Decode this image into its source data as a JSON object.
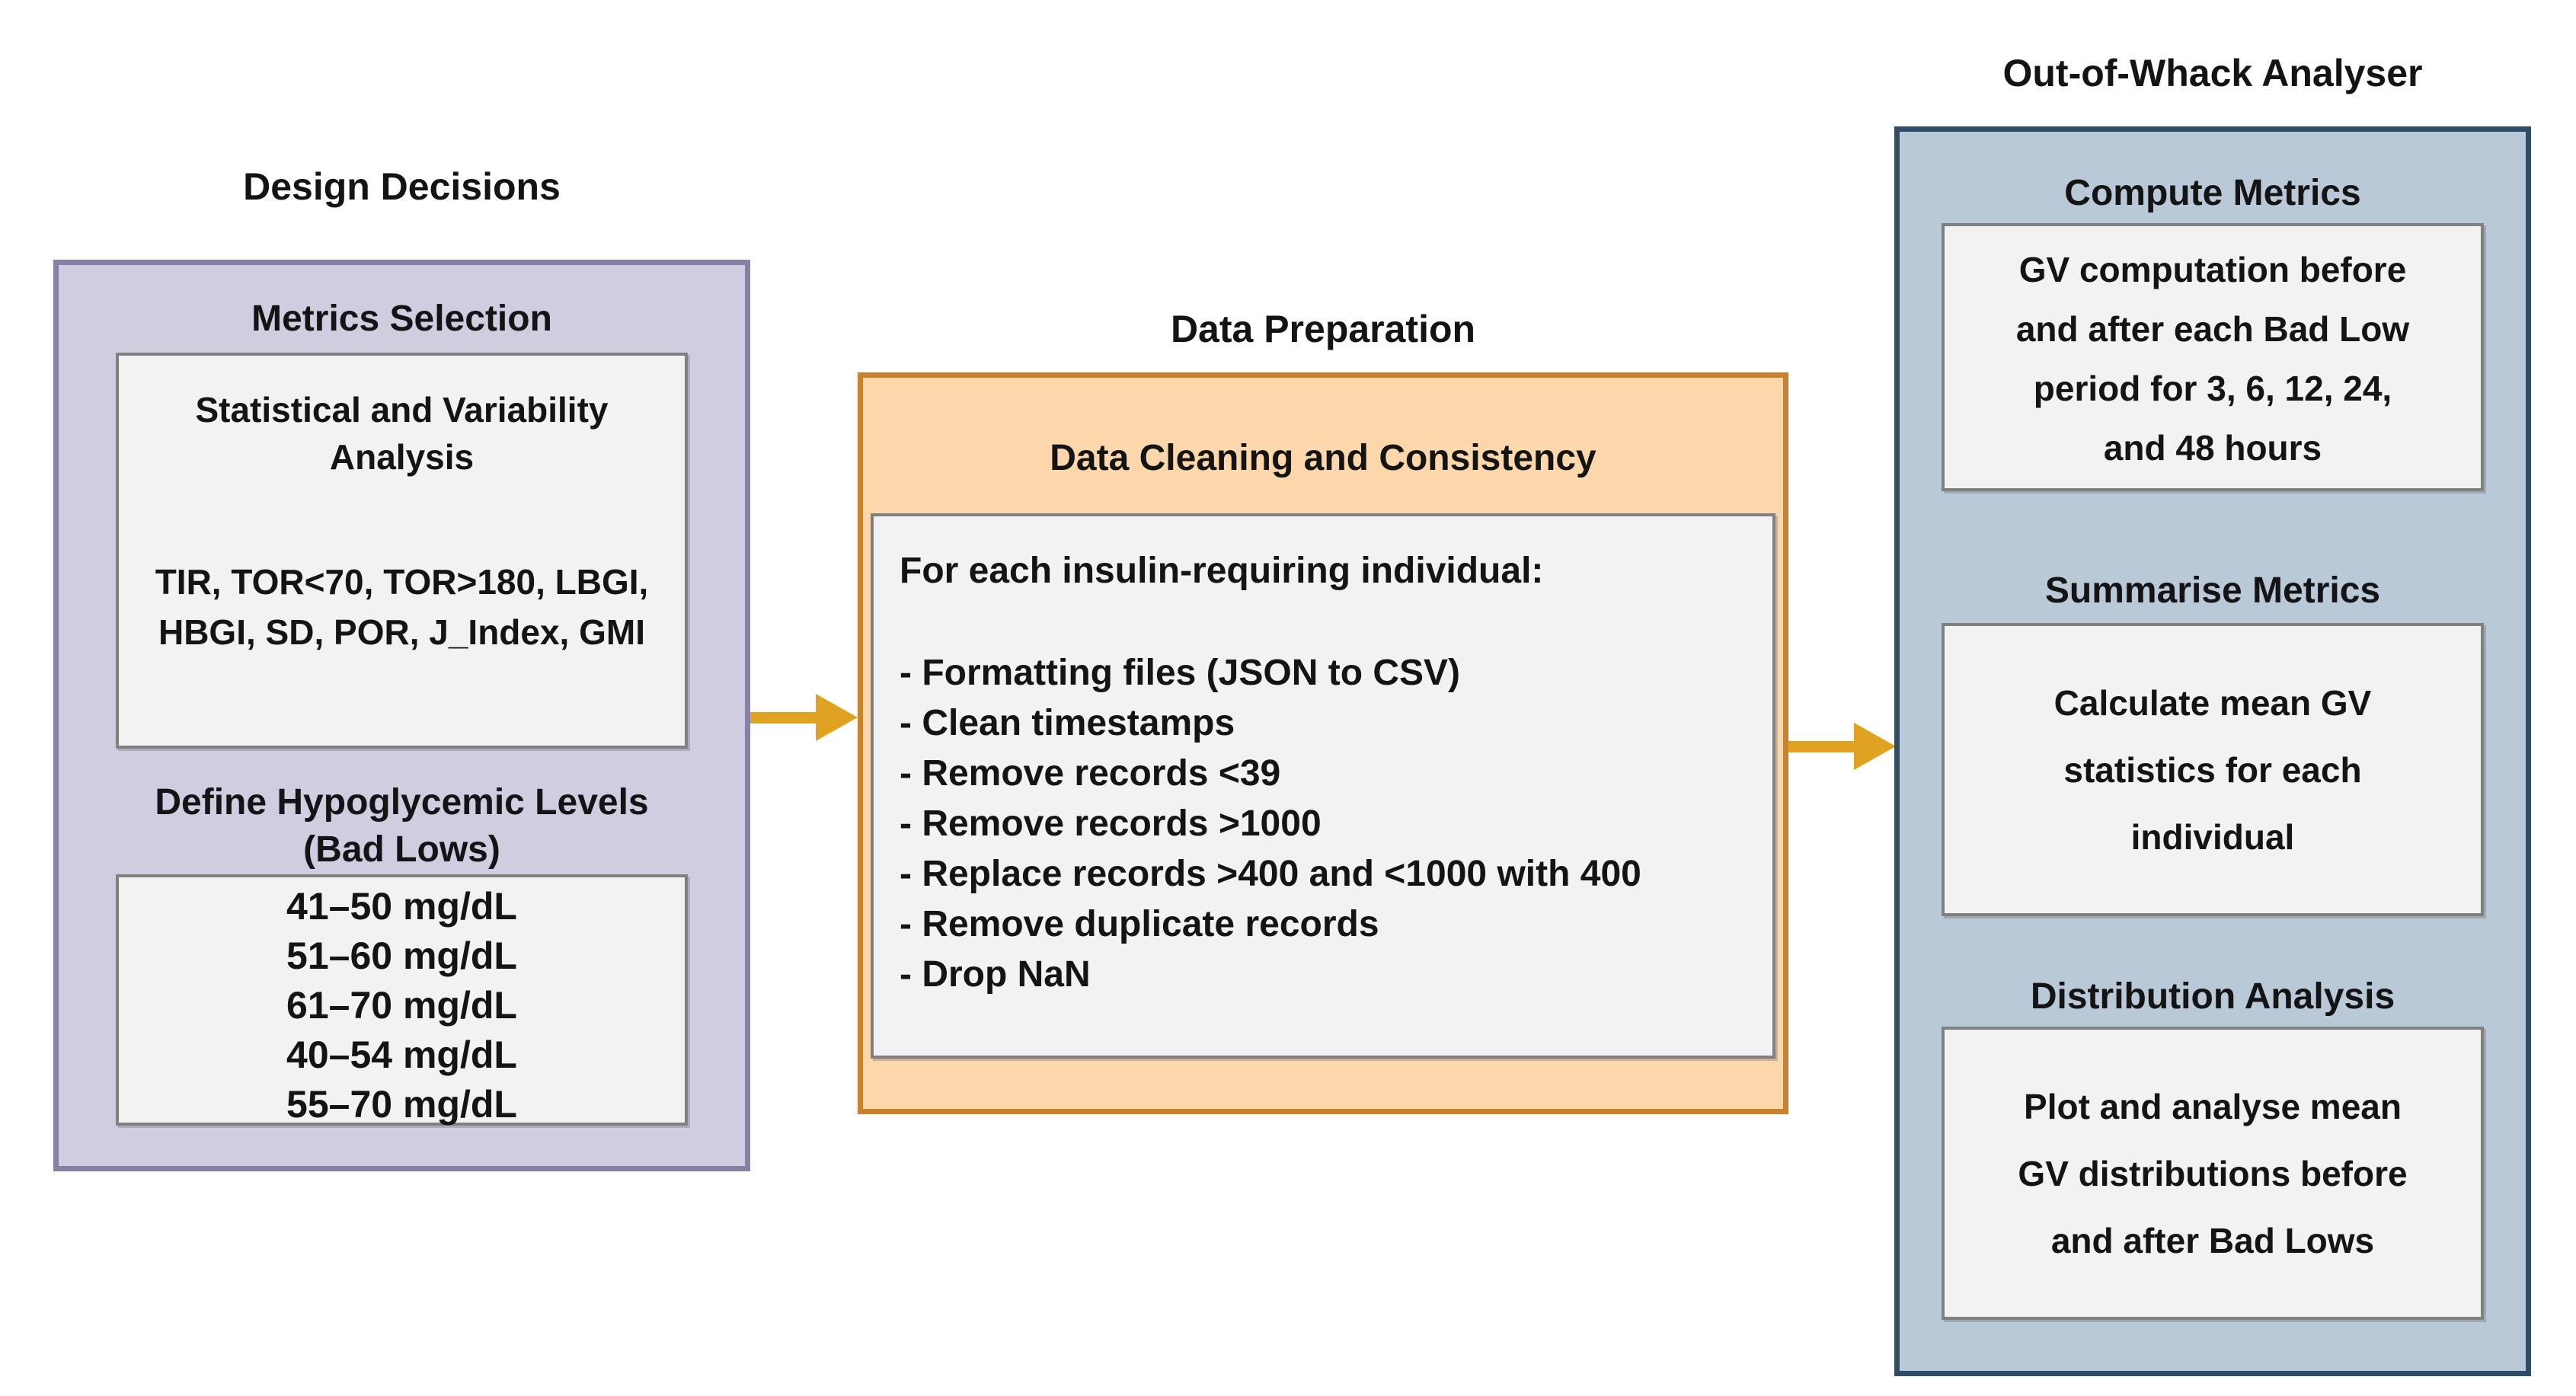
{
  "colors": {
    "purple_fill": "#D0CDE0",
    "purple_border": "#8781A8",
    "orange_fill": "#FDD7AC",
    "orange_border": "#C8812C",
    "blue_fill": "#BAC9D8",
    "blue_border": "#2F4D66",
    "inner_box_fill": "#F2F2F2",
    "inner_box_border": "#808080",
    "arrow": "#DFA321",
    "text": "#141414"
  },
  "left": {
    "title": "Design Decisions",
    "metrics_header": "Metrics Selection",
    "analysis_lines": [
      "Statistical and Variability",
      "Analysis"
    ],
    "metrics_lines": [
      "TIR, TOR<70, TOR>180, LBGI,",
      "HBGI, SD, POR, J_Index, GMI"
    ],
    "hypo_header_lines": [
      "Define Hypoglycemic Levels",
      "(Bad Lows)"
    ],
    "hypo_levels": [
      "41–50 mg/dL",
      "51–60 mg/dL",
      "61–70 mg/dL",
      "40–54 mg/dL",
      "55–70 mg/dL"
    ]
  },
  "middle": {
    "title": "Data Preparation",
    "header": "Data Cleaning and Consistency",
    "intro": "For each insulin-requiring individual:",
    "bullets": [
      "- Formatting files (JSON to CSV)",
      "- Clean timestamps",
      "- Remove records <39",
      "- Remove records >1000",
      "- Replace records >400 and <1000 with 400",
      "- Remove duplicate records",
      "- Drop NaN"
    ]
  },
  "right": {
    "title": "Out-of-Whack Analyser",
    "compute": {
      "header": "Compute Metrics",
      "lines": [
        "GV computation before",
        "and after each Bad Low",
        "period for 3, 6, 12, 24,",
        "and 48 hours"
      ]
    },
    "summarise": {
      "header": "Summarise Metrics",
      "lines": [
        "Calculate mean GV",
        "statistics for each",
        "individual"
      ]
    },
    "distribution": {
      "header": "Distribution Analysis",
      "lines": [
        "Plot and analyse mean",
        "GV distributions before",
        "and after Bad Lows"
      ]
    }
  }
}
